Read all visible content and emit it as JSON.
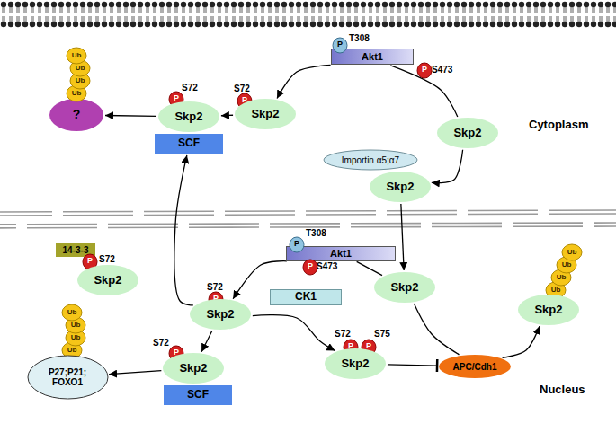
{
  "diagram": {
    "nodes": [
      {
        "text": [
          "Akt1"
        ]
      },
      {
        "text": [
          "P"
        ]
      },
      {
        "text": [
          "P"
        ]
      },
      {
        "text": [
          "?"
        ]
      },
      {
        "text": [
          "Ub"
        ]
      },
      {
        "text": [
          "Ub"
        ]
      },
      {
        "text": [
          "Ub"
        ]
      },
      {
        "text": [
          "Ub"
        ]
      },
      {
        "text": [
          "P"
        ]
      },
      {
        "text": [
          "Skp2"
        ]
      },
      {
        "text": [
          "SCF"
        ]
      },
      {
        "text": [
          "P"
        ]
      },
      {
        "text": [
          "Skp2"
        ]
      },
      {
        "text": [
          "Skp2"
        ]
      },
      {
        "text": [
          "Importin α5;α7"
        ]
      },
      {
        "text": [
          "Skp2"
        ]
      },
      {
        "text": [
          "Akt1"
        ]
      },
      {
        "text": [
          "P"
        ]
      },
      {
        "text": [
          "P"
        ]
      },
      {
        "text": [
          "14-3-3"
        ]
      },
      {
        "text": [
          "P"
        ]
      },
      {
        "text": [
          "Skp2"
        ]
      },
      {
        "text": [
          "P"
        ]
      },
      {
        "text": [
          "Skp2"
        ]
      },
      {
        "text": [
          "CK1"
        ]
      },
      {
        "text": [
          "Skp2"
        ]
      },
      {
        "text": [
          "Ub"
        ]
      },
      {
        "text": [
          "Ub"
        ]
      },
      {
        "text": [
          "Ub"
        ]
      },
      {
        "text": [
          "Ub"
        ]
      },
      {
        "text": [
          "Skp2"
        ]
      },
      {
        "text": [
          "P"
        ]
      },
      {
        "text": [
          "P"
        ]
      },
      {
        "text": [
          "Skp2"
        ]
      },
      {
        "text": [
          "APC/Cdh1"
        ]
      },
      {
        "text": [
          "Ub"
        ]
      },
      {
        "text": [
          "Ub"
        ]
      },
      {
        "text": [
          "Ub"
        ]
      },
      {
        "text": [
          "Ub"
        ]
      },
      {
        "text": [
          "P27;P21; FOXO1"
        ]
      },
      {
        "text": [
          "P"
        ]
      },
      {
        "text": [
          "Skp2"
        ]
      },
      {
        "text": [
          "SCF"
        ]
      }
    ],
    "edges": [
      {
        "from": 13,
        "to": 0,
        "arrow": "none"
      },
      {
        "from": 0,
        "to": 12,
        "arrow": "to"
      },
      {
        "from": 12,
        "to": 9,
        "arrow": "to"
      },
      {
        "from": 9,
        "to": 3,
        "arrow": "to"
      },
      {
        "from": 13,
        "to": 15,
        "arrow": "to"
      },
      {
        "from": 15,
        "to": 25,
        "arrow": "to"
      },
      {
        "from": 25,
        "to": 16,
        "arrow": "none"
      },
      {
        "from": 16,
        "to": 23,
        "arrow": "to"
      },
      {
        "from": 23,
        "to": 10,
        "arrow": "to"
      },
      {
        "from": 23,
        "to": 33,
        "arrow": "to"
      },
      {
        "from": 23,
        "to": 41,
        "arrow": "to"
      },
      {
        "from": 41,
        "to": 39,
        "arrow": "to"
      },
      {
        "from": 33,
        "to": 34,
        "arrow": "to"
      },
      {
        "from": 25,
        "to": 34,
        "arrow": "none"
      },
      {
        "from": 34,
        "to": 30,
        "arrow": "to"
      }
    ],
    "labels": [
      "T308",
      "S473",
      "S72",
      "S72",
      "Cytoplasm",
      "T308",
      "S473",
      "S72",
      "S72",
      "S72",
      "S75",
      "S72",
      "Nucleus"
    ]
  }
}
